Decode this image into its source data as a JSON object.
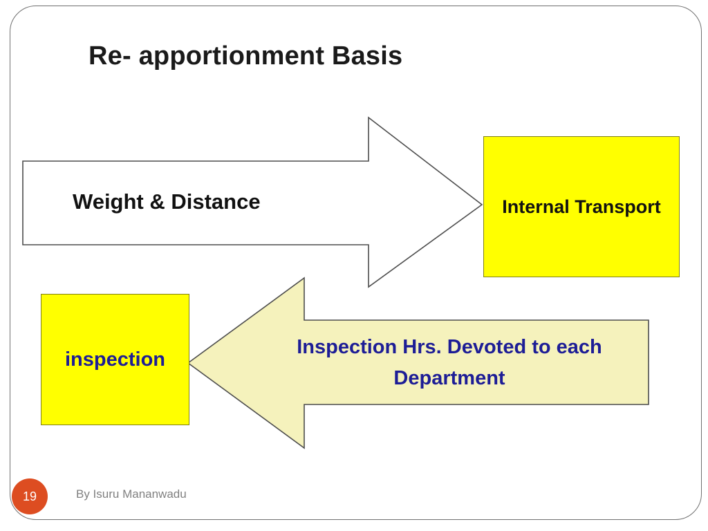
{
  "slide": {
    "title": "Re- apportionment Basis",
    "number": "19",
    "author_credit": "By Isuru Mananwadu"
  },
  "diagram": {
    "top_flow": {
      "arrow_label": "Weight & Distance",
      "arrow_direction": "right",
      "arrow_fill": "#ffffff",
      "arrow_stroke": "#4d4d4d",
      "target_box_label": "Internal Transport",
      "target_box_fill": "#ffff00",
      "target_box_border": "#7f7f1a",
      "target_box_text_color": "#111111",
      "arrow_label_color": "#111111"
    },
    "bottom_flow": {
      "arrow_label_line1": "Inspection Hrs. Devoted to each",
      "arrow_label_line2": "Department",
      "arrow_label_full": "Inspection Hrs. Devoted to each Department",
      "arrow_direction": "left",
      "arrow_fill": "#f5f2bc",
      "arrow_stroke": "#4d4d4d",
      "target_box_label": "inspection",
      "target_box_fill": "#ffff00",
      "target_box_border": "#7f7f1a",
      "target_box_text_color": "#1d1d96",
      "arrow_label_color": "#1d1d96"
    }
  },
  "theme": {
    "background": "#ffffff",
    "frame_border": "#6f6f6f",
    "badge_fill": "#dd4d21",
    "badge_text": "#ffffff",
    "credit_text": "#808080",
    "title_text": "#1a1a1a"
  }
}
